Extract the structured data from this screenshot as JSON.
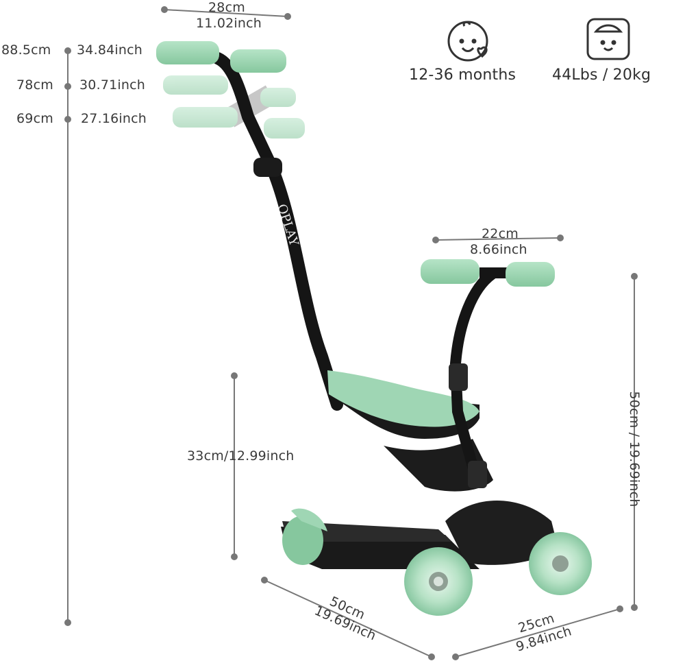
{
  "handle_width": {
    "cm": "28cm",
    "inch": "11.02inch"
  },
  "heights": [
    {
      "cm": "88.5cm",
      "inch": "34.84inch"
    },
    {
      "cm": "78cm",
      "inch": "30.71inch"
    },
    {
      "cm": "69cm",
      "inch": "27.16inch"
    }
  ],
  "features": {
    "age": {
      "icon": "baby-face-icon",
      "label": "12-36 months"
    },
    "load": {
      "icon": "weight-scale-icon",
      "label": "44Lbs / 20kg"
    }
  },
  "seat_handle_width": {
    "cm": "22cm",
    "inch": "8.66inch"
  },
  "seat_height": "33cm/12.99inch",
  "scooter_height": "50cm / 19.69inch",
  "deck_length": {
    "cm": "50cm",
    "inch": "19.69inch"
  },
  "wheel_width": {
    "cm": "25cm",
    "inch": "9.84inch"
  },
  "brand": "OPLAY",
  "colors": {
    "grip": "#9fd6b4",
    "frame": "#141414",
    "dim_line": "#777777",
    "text": "#3a3a3a"
  }
}
